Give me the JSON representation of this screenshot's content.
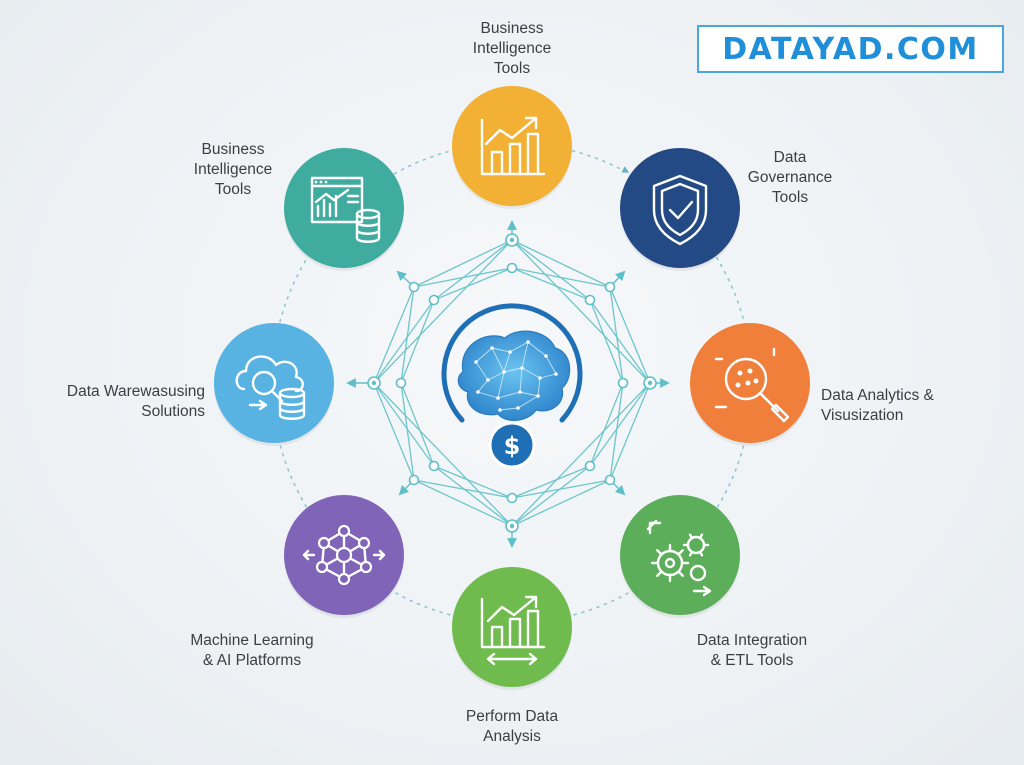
{
  "brand": {
    "text": "DATAYAD.COM",
    "color": "#1f8fda"
  },
  "center": {
    "icon": "brain-network-icon",
    "badge_icon": "dollar-icon",
    "color": "#1e6fb5"
  },
  "nodes": [
    {
      "label": "Business\nIntelligence\nTools",
      "icon": "bar-chart-trend-icon",
      "color": "#f2b134"
    },
    {
      "label": "Data\nGovernance\nTools",
      "icon": "shield-check-icon",
      "color": "#234a85"
    },
    {
      "label": "Data Analytics &\nVisusization",
      "icon": "magnifier-analytics-icon",
      "color": "#f07f3c"
    },
    {
      "label": "Data Integration\n& ETL Tools",
      "icon": "gears-icon",
      "color": "#5cae5a"
    },
    {
      "label": "Perform Data\nAnalysis",
      "icon": "bar-chart-arrows-icon",
      "color": "#6fbb4e"
    },
    {
      "label": "Machine Learning\n& AI Platforms",
      "icon": "network-nodes-icon",
      "color": "#7f64b8"
    },
    {
      "label": "Data Warewasusing\nSolutions",
      "icon": "cloud-database-icon",
      "color": "#58b2e2"
    },
    {
      "label": "Business\nIntelligence\nTools",
      "icon": "dashboard-database-icon",
      "color": "#3fac9f"
    }
  ]
}
